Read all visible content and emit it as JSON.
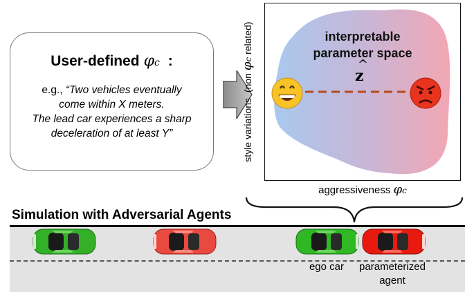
{
  "user_box": {
    "title": "User-defined",
    "symbol": "φ",
    "symbol_sub": "c",
    "colon": ":",
    "eg_prefix": "e.g.,",
    "quote_lines": [
      "“Two vehicles eventually",
      "come within X meters.",
      "The lead car experiences a sharp",
      "deceleration of at least Y”"
    ]
  },
  "parameter_space": {
    "label_line1": "interpretable",
    "label_line2": "parameter space",
    "latent_symbol": "z",
    "latent_hat": "^",
    "left_emoji": "happy-face",
    "right_emoji": "angry-face",
    "gradient_left": "#a9c8ef",
    "gradient_right": "#f2a7b3",
    "dashed_line_color": "#b84a1c",
    "y_axis": {
      "prefix": "style variations",
      "paren_open": "(non",
      "symbol": "φ",
      "symbol_sub": "c",
      "paren_close": "related)"
    },
    "x_axis": {
      "label": "aggressiveness",
      "symbol": "φ",
      "symbol_sub": "c"
    }
  },
  "simulation": {
    "title": "Simulation with Adversarial Agents",
    "road_color": "#e3e3e3",
    "cars": [
      {
        "id": "green-1",
        "color": "green"
      },
      {
        "id": "red-1",
        "color": "red"
      },
      {
        "id": "ego",
        "color": "green",
        "label": "ego car"
      },
      {
        "id": "agent",
        "color": "red",
        "label_line1": "parameterized",
        "label_line2": "agent"
      }
    ]
  }
}
